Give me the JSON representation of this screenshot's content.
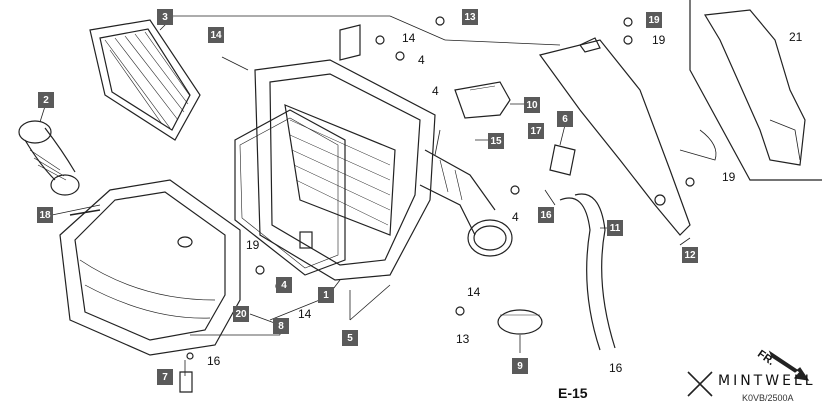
{
  "callouts": [
    {
      "id": "c3",
      "label": "3"
    },
    {
      "id": "c14a",
      "label": "14"
    },
    {
      "id": "c13a",
      "label": "13"
    },
    {
      "id": "c19a",
      "label": "19"
    },
    {
      "id": "c2",
      "label": "2"
    },
    {
      "id": "c18",
      "label": "18"
    },
    {
      "id": "c10",
      "label": "10"
    },
    {
      "id": "c15",
      "label": "15"
    },
    {
      "id": "c6",
      "label": "6"
    },
    {
      "id": "c17",
      "label": "17"
    },
    {
      "id": "c16a",
      "label": "16"
    },
    {
      "id": "c11",
      "label": "11"
    },
    {
      "id": "c12",
      "label": "12"
    },
    {
      "id": "c4a",
      "label": "4"
    },
    {
      "id": "c1",
      "label": "1"
    },
    {
      "id": "c5",
      "label": "5"
    },
    {
      "id": "c20",
      "label": "20"
    },
    {
      "id": "c8",
      "label": "8"
    },
    {
      "id": "c7",
      "label": "7"
    },
    {
      "id": "c9",
      "label": "9"
    }
  ],
  "plain_labels": [
    {
      "id": "p14b",
      "label": "14"
    },
    {
      "id": "p4b",
      "label": "4"
    },
    {
      "id": "p4c",
      "label": "4"
    },
    {
      "id": "p19b",
      "label": "19"
    },
    {
      "id": "p21",
      "label": "21"
    },
    {
      "id": "p19c",
      "label": "19"
    },
    {
      "id": "p4d",
      "label": "4"
    },
    {
      "id": "p19d",
      "label": "19"
    },
    {
      "id": "p14c",
      "label": "14"
    },
    {
      "id": "p14d",
      "label": "14"
    },
    {
      "id": "p13b",
      "label": "13"
    },
    {
      "id": "p16b",
      "label": "16"
    },
    {
      "id": "p16c",
      "label": "16"
    }
  ],
  "reference": "E-15",
  "direction": "FR.",
  "brand": "MINTWELL",
  "diagram_code": "K0VB/2500A",
  "colors": {
    "callout_bg": "#5a5a5a",
    "callout_text": "#ffffff",
    "line": "#222222"
  }
}
